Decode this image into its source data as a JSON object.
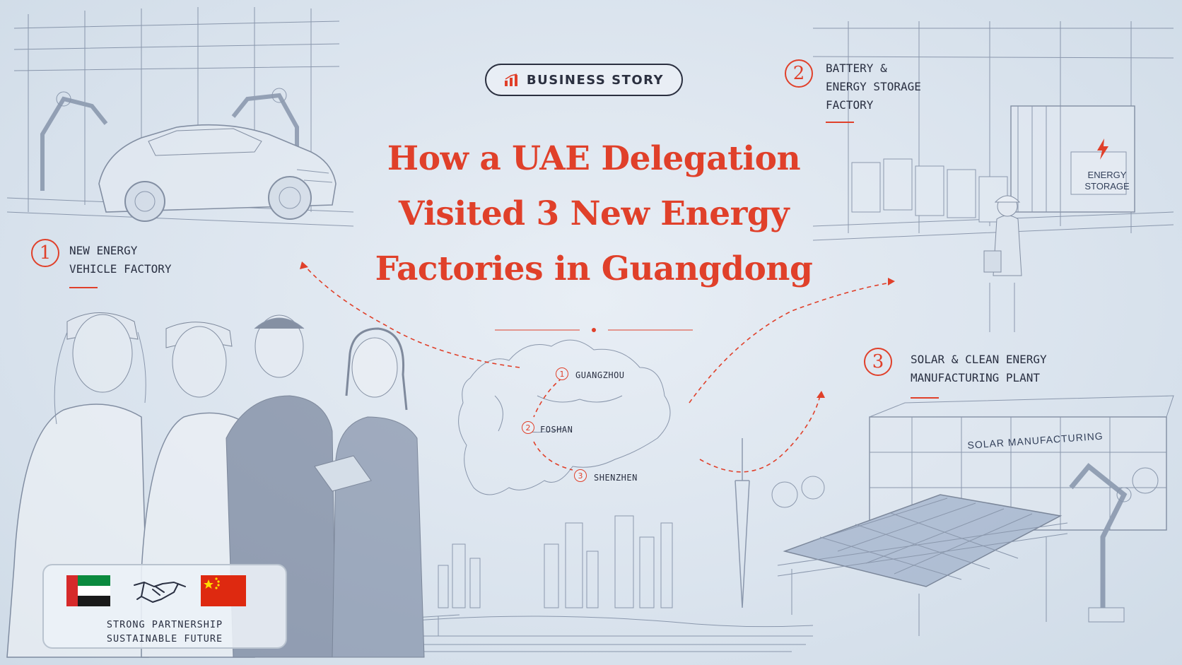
{
  "badge": {
    "label": "BUSINESS STORY",
    "icon": "bar-chart-icon"
  },
  "headline": {
    "line1": "How a UAE Delegation",
    "line2": "Visited 3 New Energy",
    "line3": "Factories in Guangdong"
  },
  "factories": [
    {
      "number": "1",
      "label": "NEW ENERGY\nVEHICLE FACTORY"
    },
    {
      "number": "2",
      "label": "BATTERY &\nENERGY STORAGE\nFACTORY"
    },
    {
      "number": "3",
      "label": "SOLAR & CLEAN ENERGY\nMANUFACTURING PLANT"
    }
  ],
  "map": {
    "stops": [
      {
        "number": "1",
        "city": "GUANGZHOU"
      },
      {
        "number": "2",
        "city": "FOSHAN"
      },
      {
        "number": "3",
        "city": "SHENZHEN"
      }
    ]
  },
  "scene_labels": {
    "energy_storage": "ENERGY\nSTORAGE",
    "solar_building": "SOLAR MANUFACTURING"
  },
  "partnership": {
    "line1": "STRONG PARTNERSHIP",
    "line2": "SUSTAINABLE FUTURE",
    "icons": [
      "uae-flag-icon",
      "handshake-icon",
      "china-flag-icon"
    ]
  },
  "colors": {
    "accent": "#e0402a",
    "ink": "#2a3042",
    "paper": "#dfe7ef"
  }
}
